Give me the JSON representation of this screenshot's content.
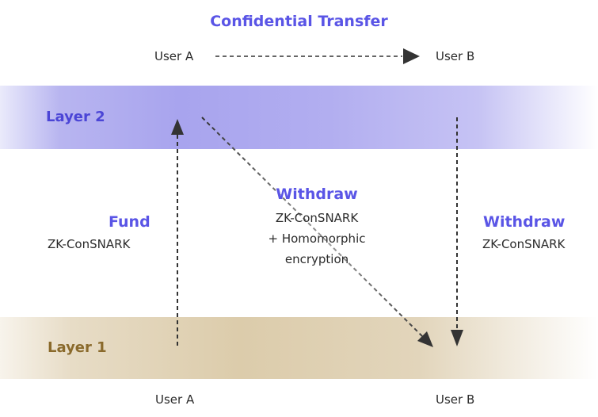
{
  "title": "Confidential Transfer",
  "top": {
    "user_a": "User A",
    "user_b": "User B"
  },
  "layers": {
    "layer2": "Layer 2",
    "layer1": "Layer 1"
  },
  "fund": {
    "title": "Fund",
    "detail": "ZK-ConSNARK"
  },
  "withdraw_center": {
    "title": "Withdraw",
    "line1": "ZK-ConSNARK",
    "line2": "+ Homomorphic",
    "line3": "encryption"
  },
  "withdraw_right": {
    "title": "Withdraw",
    "detail": "ZK-ConSNARK"
  },
  "bottom": {
    "user_a": "User A",
    "user_b": "User B"
  },
  "colors": {
    "accent": "#5a55e6",
    "layer2_label": "#4b45d6",
    "layer1_label": "#8a6a2c",
    "layer2_band": "#a8a4ee",
    "layer1_band": "#dcccab",
    "arrow": "#333333"
  }
}
